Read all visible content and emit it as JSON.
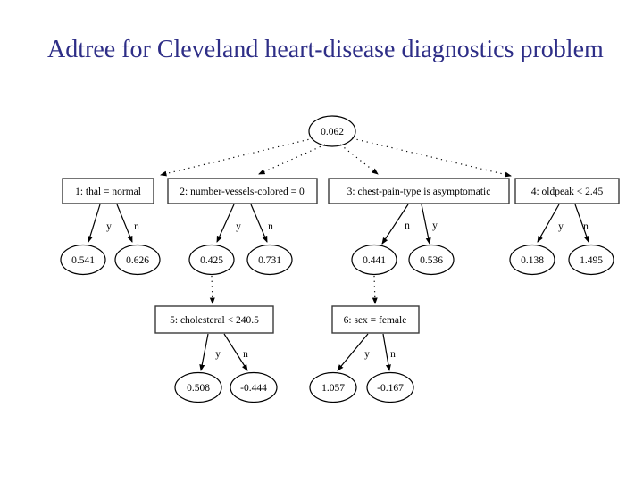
{
  "title": "Adtree for Cleveland heart-disease diagnostics problem",
  "colors": {
    "title_text": "#2e2e87",
    "diagram_line": "#000000",
    "background": "#ffffff"
  },
  "chart_data": {
    "type": "table",
    "note": "ADTree diagram: root prediction score with alternating decision rectangles and prediction ovals"
  },
  "tree": {
    "root_value": "0.062",
    "deciders": [
      {
        "label": "1:  thal = normal",
        "edges": [
          "y",
          "n"
        ],
        "leaves": [
          "0.541",
          "0.626"
        ]
      },
      {
        "label": "2:  number-vessels-colored = 0",
        "edges": [
          "y",
          "n"
        ],
        "leaves": [
          "0.425",
          "0.731"
        ]
      },
      {
        "label": "3:  chest-pain-type is asymptomatic",
        "edges": [
          "n",
          "y"
        ],
        "leaves": [
          "0.441",
          "0.536"
        ]
      },
      {
        "label": "4:  oldpeak < 2.45",
        "edges": [
          "y",
          "n"
        ],
        "leaves": [
          "0.138",
          "1.495"
        ]
      },
      {
        "label": "5:  cholesteral < 240.5",
        "edges": [
          "y",
          "n"
        ],
        "leaves": [
          "0.508",
          "-0.444"
        ]
      },
      {
        "label": "6:  sex = female",
        "edges": [
          "y",
          "n"
        ],
        "leaves": [
          "1.057",
          "-0.167"
        ]
      }
    ]
  }
}
